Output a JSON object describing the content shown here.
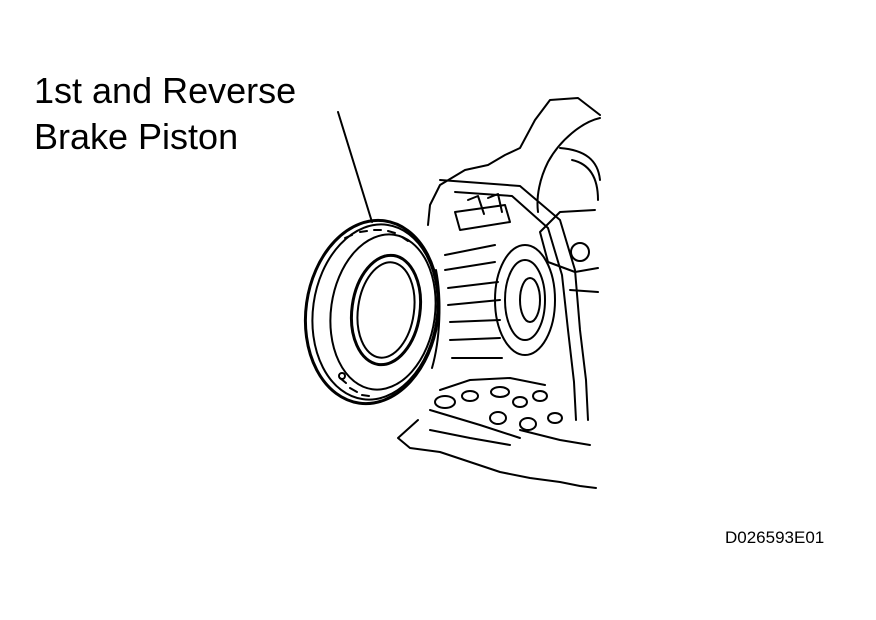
{
  "callout": {
    "line1": "1st and Reverse",
    "line2": "Brake Piston"
  },
  "figure_code": "D026593E01",
  "colors": {
    "ink": "#000000",
    "paper": "#ffffff"
  }
}
